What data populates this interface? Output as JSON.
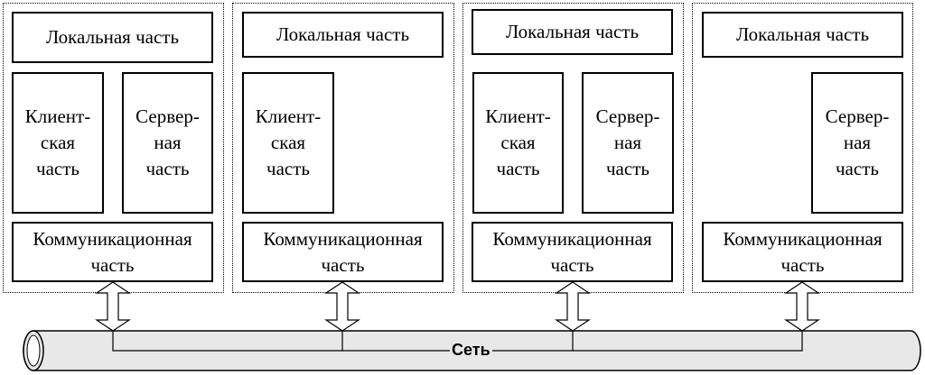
{
  "nodes": [
    {
      "local": "Локальная часть",
      "client": "Клиент-\nская\nчасть",
      "server": "Сервер-\nная\nчасть",
      "comm": "Коммуникационная\nчасть"
    },
    {
      "local": "Локальная часть",
      "client": "Клиент-\nская\nчасть",
      "server": "",
      "comm": "Коммуникационная\nчасть"
    },
    {
      "local": "Локальная часть",
      "client": "Клиент-\nская\nчасть",
      "server": "Сервер-\nная\nчасть",
      "comm": "Коммуникационная\nчасть"
    },
    {
      "local": "Локальная часть",
      "client": "",
      "server": "Сервер-\nная\nчасть",
      "comm": "Коммуникационная\nчасть"
    }
  ],
  "network": {
    "label": "Сеть",
    "fill": "#e8e8e8"
  }
}
